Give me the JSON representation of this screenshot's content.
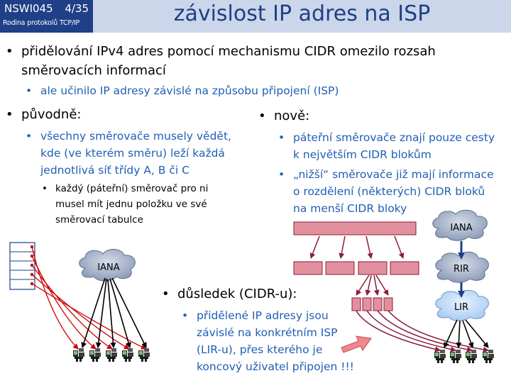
{
  "header": {
    "course": "NSWI045",
    "slide": "4/35",
    "subtitle": "Rodina protokolů TCP/IP",
    "title": "závislost IP adres na ISP"
  },
  "bullets": {
    "b1_line1": "přidělování IPv4 adres pomocí mechanismu CIDR omezilo rozsah",
    "b1_line2": "směrovacích informací",
    "b1_sub": "ale učinilo IP adresy závislé na způsobu připojení (ISP)",
    "puvodne": "původně:",
    "puvodne_sub1": "všechny směrovače musely vědět,",
    "puvodne_sub2": "kde (ve kterém směru) leží každá",
    "puvodne_sub3": "jednotlivá síť třídy A, B či C",
    "puvodne_sub3_1": "každý (páteřní)  směrovač  pro ni",
    "puvodne_sub3_2": "musel mít jednu položku ve své",
    "puvodne_sub3_3": "směrovací tabulce",
    "nove": "nově:",
    "nove_sub1_1": "páteřní směrovače znají pouze cesty",
    "nove_sub1_2": "k největším CIDR blokům",
    "nove_sub2_1": "„nižší“ směrovače již mají informace",
    "nove_sub2_2": "o rozdělení (některých) CIDR bloků",
    "nove_sub2_3": "na menší CIDR bloky",
    "dusledek": "důsledek (CIDR-u):",
    "dusledek_sub1": "přidělené IP adresy jsou",
    "dusledek_sub2": "závislé na konkrétním ISP",
    "dusledek_sub3": "(LIR-u), přes kterého je",
    "dusledek_sub4": "koncový uživatel připojen !!!"
  },
  "diagram": {
    "cloud_left": "IANA",
    "cloud_iana": "IANA",
    "cloud_rir": "RIR",
    "cloud_lir": "LIR"
  },
  "colors": {
    "header_box": "#1f3f86",
    "header_bar": "#cbd6ea",
    "title": "#1f3f86",
    "sub_text": "#1f5fb4",
    "block_fill": "#e3909e",
    "arrow": "#8a1c3a"
  }
}
